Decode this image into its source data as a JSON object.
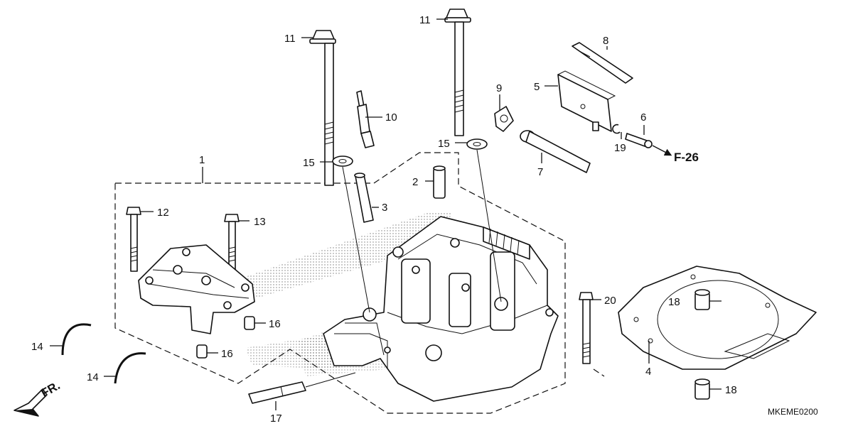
{
  "figure_code": "MKEME0200",
  "cross_reference": "F-26",
  "direction_label": "FR.",
  "callouts": {
    "c1": "1",
    "c2": "2",
    "c3": "3",
    "c4": "4",
    "c5": "5",
    "c6": "6",
    "c7": "7",
    "c8": "8",
    "c9": "9",
    "c10": "10",
    "c11a": "11",
    "c11b": "11",
    "c12": "12",
    "c13": "13",
    "c14a": "14",
    "c14b": "14",
    "c15a": "15",
    "c15b": "15",
    "c16a": "16",
    "c16b": "16",
    "c17": "17",
    "c18a": "18",
    "c18b": "18",
    "c19": "19",
    "c20": "20"
  }
}
